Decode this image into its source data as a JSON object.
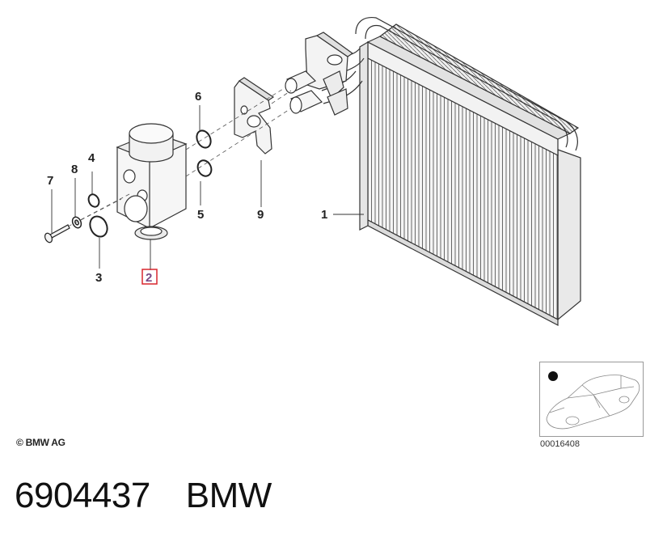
{
  "callouts": {
    "c1": "1",
    "c2": "2",
    "c3": "3",
    "c4": "4",
    "c5": "5",
    "c6": "6",
    "c7": "7",
    "c8": "8",
    "c9": "9"
  },
  "highlighted_callout": "2",
  "highlight_color": "#d9262e",
  "copyright": "© BMW AG",
  "diagram_id": "00016408",
  "part": {
    "number": "6904437",
    "brand": "BMW"
  }
}
